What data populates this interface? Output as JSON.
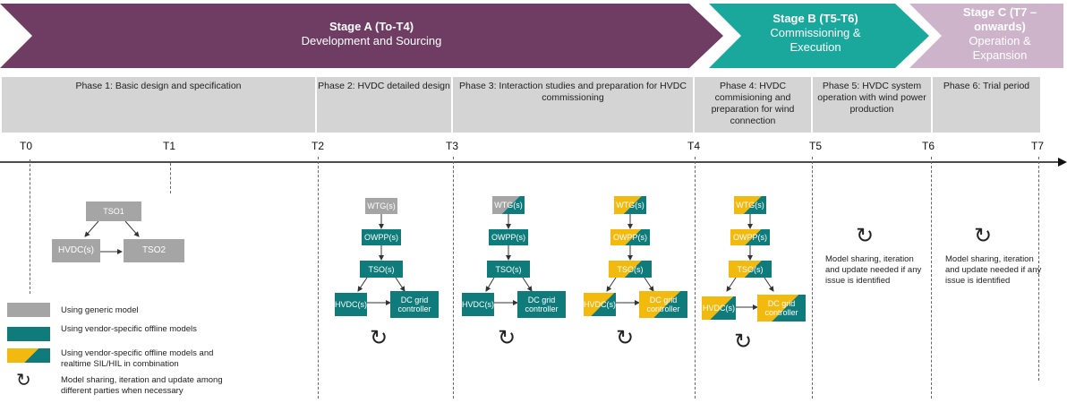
{
  "stages": [
    {
      "title": "Stage A (To-T4)",
      "subtitle": "Development and Sourcing",
      "color": "#6f3c63"
    },
    {
      "title": "Stage B (T5-T6)",
      "subtitle": "Commissioning & Execution",
      "color": "#1aa89d"
    },
    {
      "title": "Stage C (T7 – onwards)",
      "subtitle": "Operation & Expansion",
      "color": "#cdb4ca"
    }
  ],
  "phases": [
    "Phase 1: Basic design and specification",
    "Phase 2: HVDC detailed design",
    "Phase 3: Interaction studies and preparation for HVDC commissioning",
    "Phase 4: HVDC commisioning and preparation for wind connection",
    "Phase 5: HVDC system operation with wind power production",
    "Phase 6: Trial period"
  ],
  "timeline": [
    "T0",
    "T1",
    "T2",
    "T3",
    "T4",
    "T5",
    "T6",
    "T7"
  ],
  "phase1": {
    "tso1": "TSO1",
    "hvdc": "HVDC(s)",
    "tso2": "TSO2"
  },
  "chain": {
    "wtg": "WTG(s)",
    "owpp": "OWPP(s)",
    "tso": "TSO(s)",
    "hvdc": "HVDC(s)",
    "dc": "DC grid controller"
  },
  "notes": {
    "phase5": "Model sharing, iteration and update needed if any issue is identified",
    "phase6": "Model sharing, iteration and update needed if any issue is identified"
  },
  "legend": [
    "Using generic model",
    "Using vendor-specific offline models",
    "Using vendor-specific offline models and realtime SIL/HIL in combination",
    "Model sharing, iteration and update among different parties when necessary"
  ],
  "colors": {
    "generic": "#a5a5a5",
    "vendor": "#0f7b7b",
    "realtime": "#f2b90f"
  }
}
